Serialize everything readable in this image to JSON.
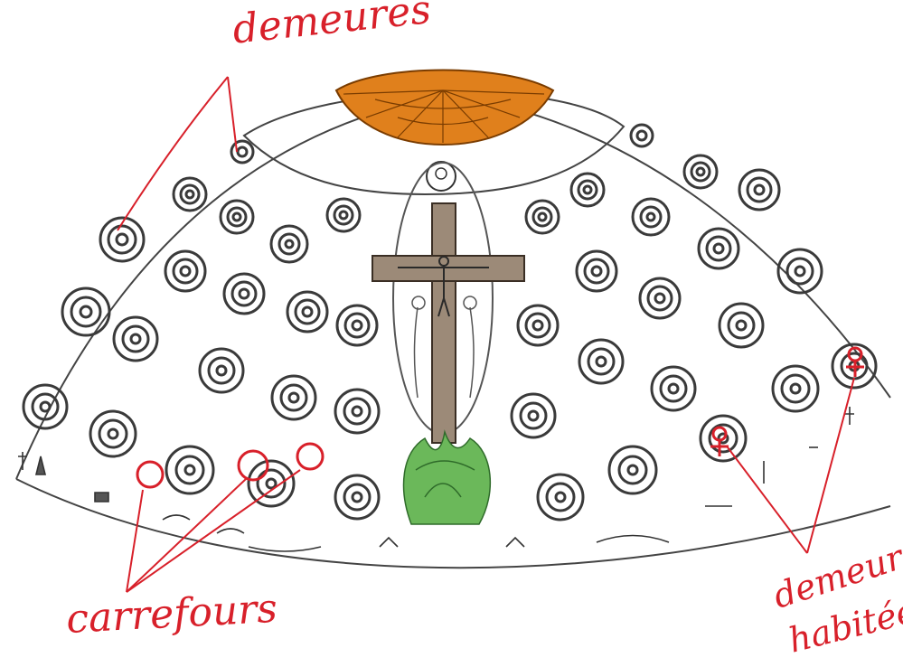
{
  "annotations": {
    "demeures": "demeures",
    "carrefours": "carrefours",
    "demeures_habitees_line1": "demeures",
    "demeures_habitees_line2": "habitées"
  },
  "colors": {
    "annotation": "#d8202a",
    "spiral_ink": "#3a3a3a",
    "cross_wood": "#8a7560",
    "dome_orange": "#e0801c",
    "foliage_green": "#5fae4c"
  },
  "icons": [
    "cross-icon",
    "christ-figure-icon",
    "spiral-dwelling-icon",
    "crossroad-circle-icon",
    "inhabited-figure-icon",
    "dome-icon",
    "acanthus-bush-icon"
  ]
}
